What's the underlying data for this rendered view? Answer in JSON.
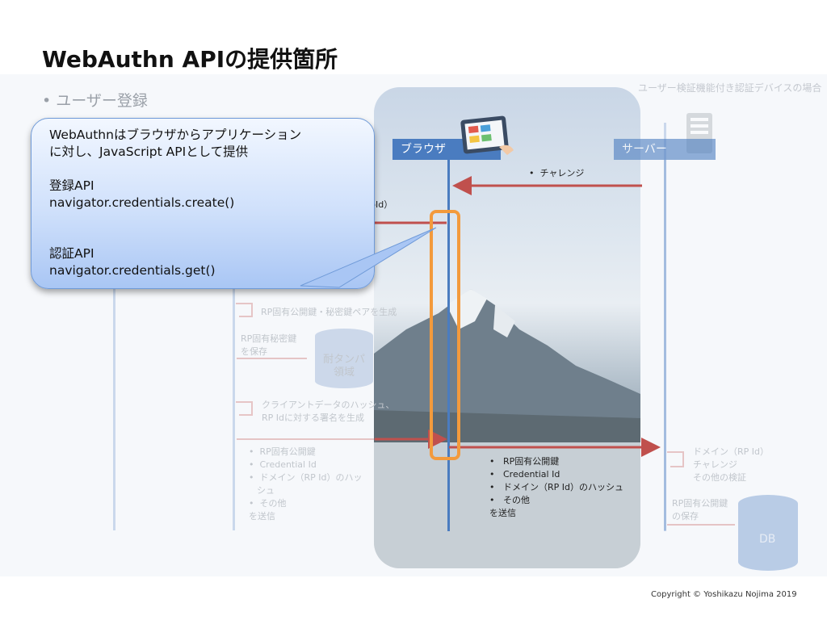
{
  "title": "WebAuthn APIの提供箇所",
  "bullet_main": "ユーザー登録",
  "top_right_note": "ユーザー検証機能付き認証デバイスの場合",
  "lanes": {
    "browser": "ブラウザ",
    "server": "サーバー"
  },
  "notes": {
    "challenge": "チャレンジ",
    "rpid_fragment": "pId）",
    "keypair": "RP固有公開鍵・秘密鍵ペアを生成",
    "save_secret_1": "RP固有秘密鍵",
    "save_secret_2": "を保存",
    "tamper_1": "耐タンパ",
    "tamper_2": "領域",
    "sign_1": "クライアントデータのハッシュ、",
    "sign_2": "RP Idに対する署名を生成",
    "left_send": [
      "RP固有公開鍵",
      "Credential Id",
      "ドメイン（RP Id）のハッ",
      "シュ",
      "その他",
      "を送信"
    ],
    "send": [
      "RP固有公開鍵",
      "Credential Id",
      "ドメイン（RP Id）のハッシュ",
      "その他",
      "を送信"
    ],
    "verify": [
      "ドメイン（RP Id）",
      "チャレンジ",
      "その他の検証"
    ],
    "save_public_1": "RP固有公開鍵",
    "save_public_2": "の保存",
    "db": "DB"
  },
  "callout": {
    "line1": "WebAuthnはブラウザからアプリケーション",
    "line2": "に対し、JavaScript APIとして提供",
    "reg_label": "登録API",
    "reg_api": "navigator.credentials.create()",
    "auth_label": "認証API",
    "auth_api": "navigator.credentials.get()"
  },
  "copyright": "Copyright © Yoshikazu Nojima 2019",
  "colors": {
    "accent_blue": "#4a7cc0",
    "arrow_red": "#c0504d",
    "highlight_orange": "#f39a3c"
  },
  "icons": [
    "tablet-icon",
    "server-icon",
    "database-icon"
  ]
}
